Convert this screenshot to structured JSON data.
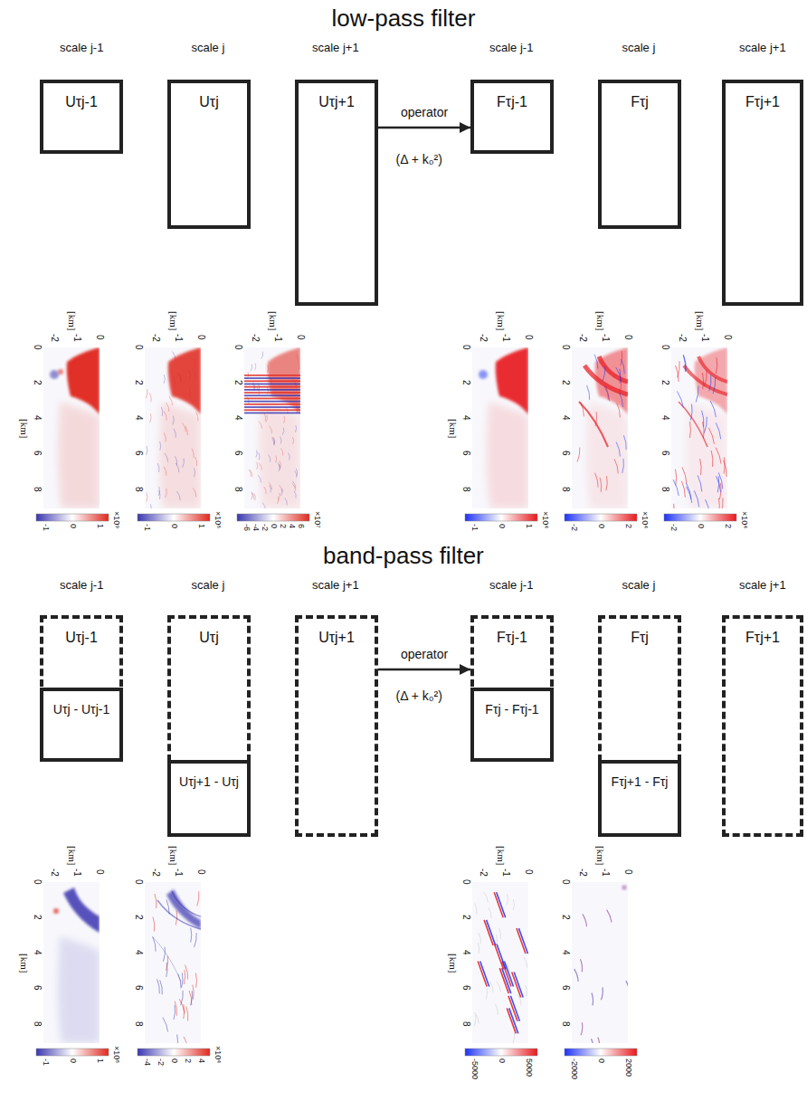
{
  "diagram": {
    "nodes": [
      {
        "text": [
          "Uτj-1"
        ]
      },
      {
        "text": [
          "Uτj"
        ]
      },
      {
        "text": [
          "Uτj+1"
        ]
      },
      {
        "text": [
          "Fτj-1"
        ]
      },
      {
        "text": [
          "Fτj"
        ]
      },
      {
        "text": [
          "Fτj+1"
        ]
      },
      {
        "text": [
          "Uτj-1"
        ]
      },
      {
        "text": [
          "Uτj - Uτj-1"
        ],
        "in": 6
      },
      {
        "text": [
          "Uτj"
        ]
      },
      {
        "text": [
          "Uτj+1 - Uτj"
        ],
        "in": 8
      },
      {
        "text": [
          "Uτj+1"
        ]
      },
      {
        "text": [
          "Fτj-1"
        ]
      },
      {
        "text": [
          "Fτj - Fτj-1"
        ],
        "in": 11
      },
      {
        "text": [
          "Fτj"
        ]
      },
      {
        "text": [
          "Fτj+1 - Fτj"
        ],
        "in": 13
      },
      {
        "text": [
          "Fτj+1"
        ]
      }
    ],
    "edges": [
      {
        "from": 2,
        "to": 3,
        "label": "operator",
        "arrow": "to"
      },
      {
        "from": 10,
        "to": 11,
        "label": "operator",
        "arrow": "to"
      }
    ],
    "labels": [
      "low-pass filter",
      "scale j-1",
      "scale j",
      "scale j+1",
      "scale j-1",
      "scale j",
      "scale j+1",
      "(Δ + k₀²)",
      "band-pass filter",
      "scale j-1",
      "scale j",
      "scale j+1",
      "scale j-1",
      "scale j",
      "scale j+1",
      "(Δ + k₀²)",
      "[km]",
      "-2",
      "-1",
      "0",
      "[km]",
      "0",
      "2",
      "4",
      "6",
      "8",
      "-1",
      "0",
      "1",
      "×10⁹",
      "[km]",
      "-2",
      "-1",
      "0",
      "0",
      "2",
      "4",
      "6",
      "8",
      "-1",
      "0",
      "1",
      "×10⁸",
      "[km]",
      "-2",
      "-1",
      "0",
      "0",
      "2",
      "4",
      "6",
      "8",
      "-6",
      "-4",
      "-2",
      "0",
      "2",
      "4",
      "6",
      "×10⁷",
      "[km]",
      "-2",
      "-1",
      "0",
      "[km]",
      "0",
      "2",
      "4",
      "6",
      "8",
      "-1",
      "0",
      "1",
      "×10⁴",
      "[km]",
      "-2",
      "-1",
      "0",
      "0",
      "2",
      "4",
      "6",
      "8",
      "-2",
      "0",
      "2",
      "×10⁴",
      "[km]",
      "-2",
      "-1",
      "0",
      "0",
      "2",
      "4",
      "6",
      "8",
      "-2",
      "0",
      "2",
      "×10⁴",
      "[km]",
      "-2",
      "-1",
      "0",
      "[km]",
      "0",
      "2",
      "4",
      "6",
      "8",
      "-1",
      "0",
      "1",
      "×10⁸",
      "[km]",
      "-2",
      "-1",
      "0",
      "0",
      "2",
      "4",
      "6",
      "8",
      "-4",
      "-2",
      "0",
      "2",
      "4",
      "×10⁴",
      "[km]",
      "-2",
      "-1",
      "0",
      "[km]",
      "0",
      "2",
      "4",
      "6",
      "8",
      "-5000",
      "0",
      "5000",
      "[km]",
      "-2",
      "-1",
      "0",
      "0",
      "2",
      "4",
      "6",
      "8",
      "-2000",
      "0",
      "2000"
    ]
  }
}
